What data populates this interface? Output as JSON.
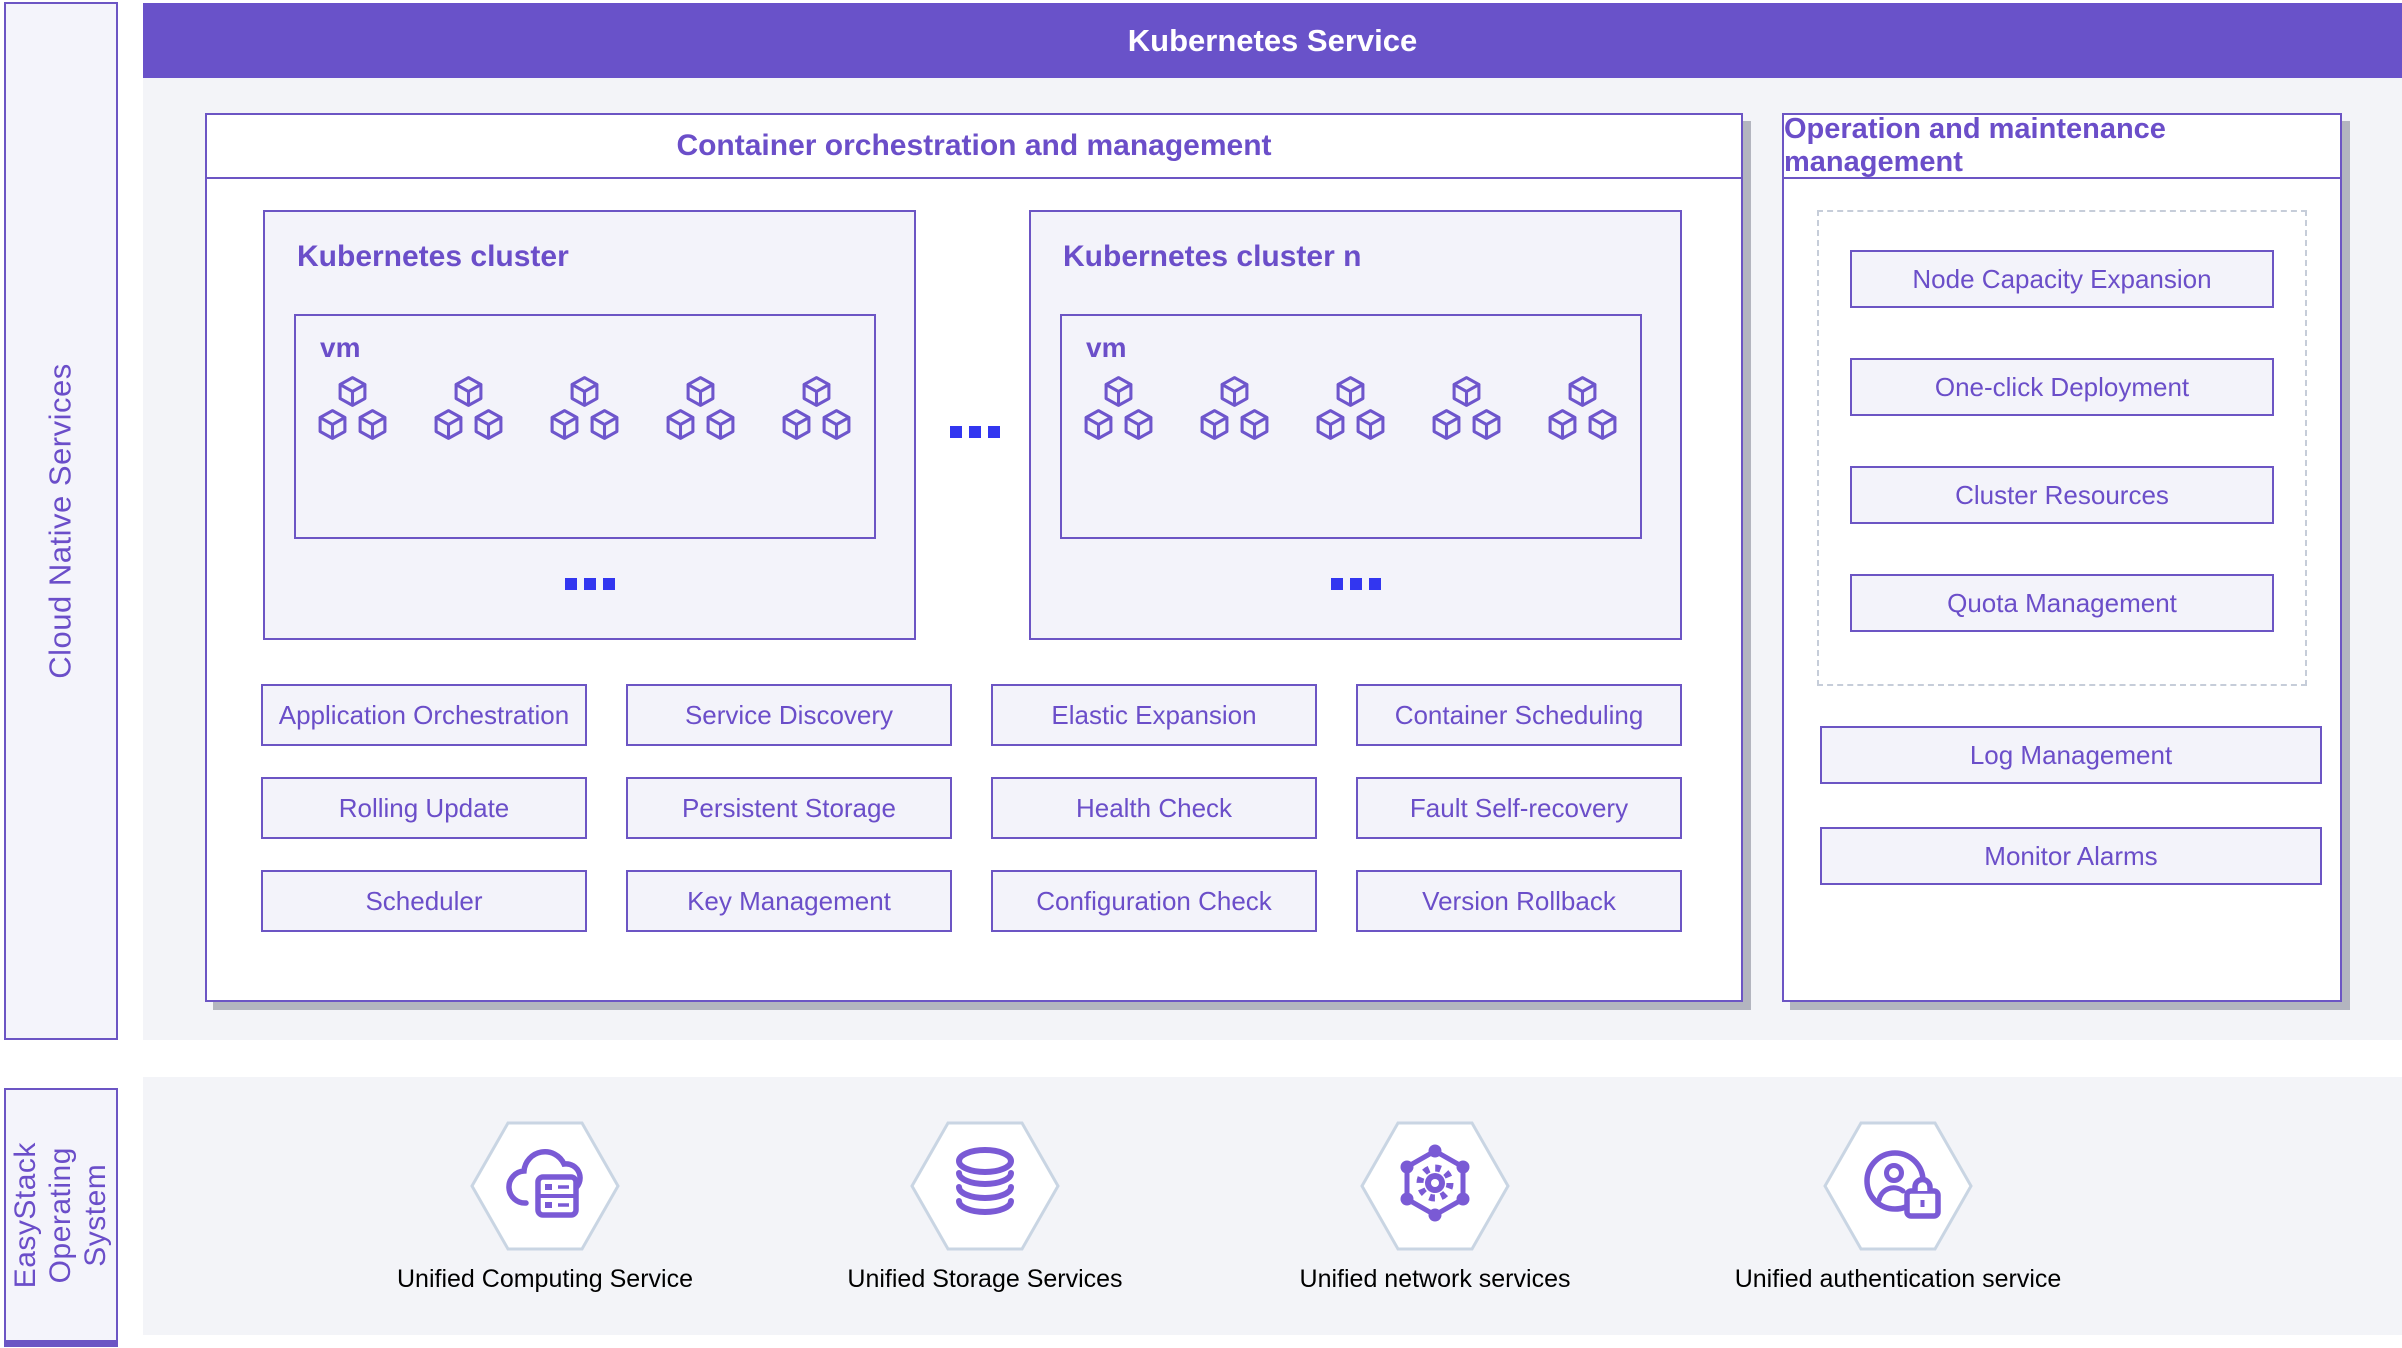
{
  "header": {
    "title": "Kubernetes Service"
  },
  "left_rail": {
    "cloud_native_label": "Cloud Native Services",
    "easystack_label": "EasyStack\nOperating\nSystem"
  },
  "orchestration": {
    "title": "Container orchestration and management",
    "clusters": [
      {
        "title": "Kubernetes cluster",
        "vm_label": "vm",
        "node_groups": 5,
        "more_indicator": "ellipsis-icon"
      },
      {
        "title": "Kubernetes cluster n",
        "vm_label": "vm",
        "node_groups": 5,
        "more_indicator": "ellipsis-icon"
      }
    ],
    "more_clusters_indicator": "ellipsis-icon",
    "features": [
      "Application Orchestration",
      "Service Discovery",
      "Elastic Expansion",
      "Container Scheduling",
      "Rolling Update",
      "Persistent Storage",
      "Health Check",
      "Fault Self-recovery",
      "Scheduler",
      "Key Management",
      "Configuration Check",
      "Version Rollback"
    ]
  },
  "om": {
    "title": "Operation and maintenance management",
    "dashed_buttons": [
      "Node Capacity Expansion",
      "One-click Deployment",
      "Cluster Resources",
      "Quota Management"
    ],
    "buttons": [
      "Log Management",
      "Monitor Alarms"
    ]
  },
  "foundation": {
    "services": [
      {
        "icon": "cloud-server-icon",
        "label": "Unified Computing Service"
      },
      {
        "icon": "database-icon",
        "label": "Unified Storage Services"
      },
      {
        "icon": "network-hub-icon",
        "label": "Unified network services"
      },
      {
        "icon": "user-lock-icon",
        "label": "Unified authentication service"
      }
    ]
  },
  "colors": {
    "banner_bg": "#6952c9",
    "panel_border": "#6c55c4",
    "text_purple": "#6b4ec9",
    "box_fill": "#f3f3fa",
    "area_bg": "#f3f4f8",
    "accent_blue": "#3236f0",
    "hex_border": "#c9d5e3",
    "icon_purple": "#7a5ad5",
    "shadow": "#b3b5bf"
  }
}
